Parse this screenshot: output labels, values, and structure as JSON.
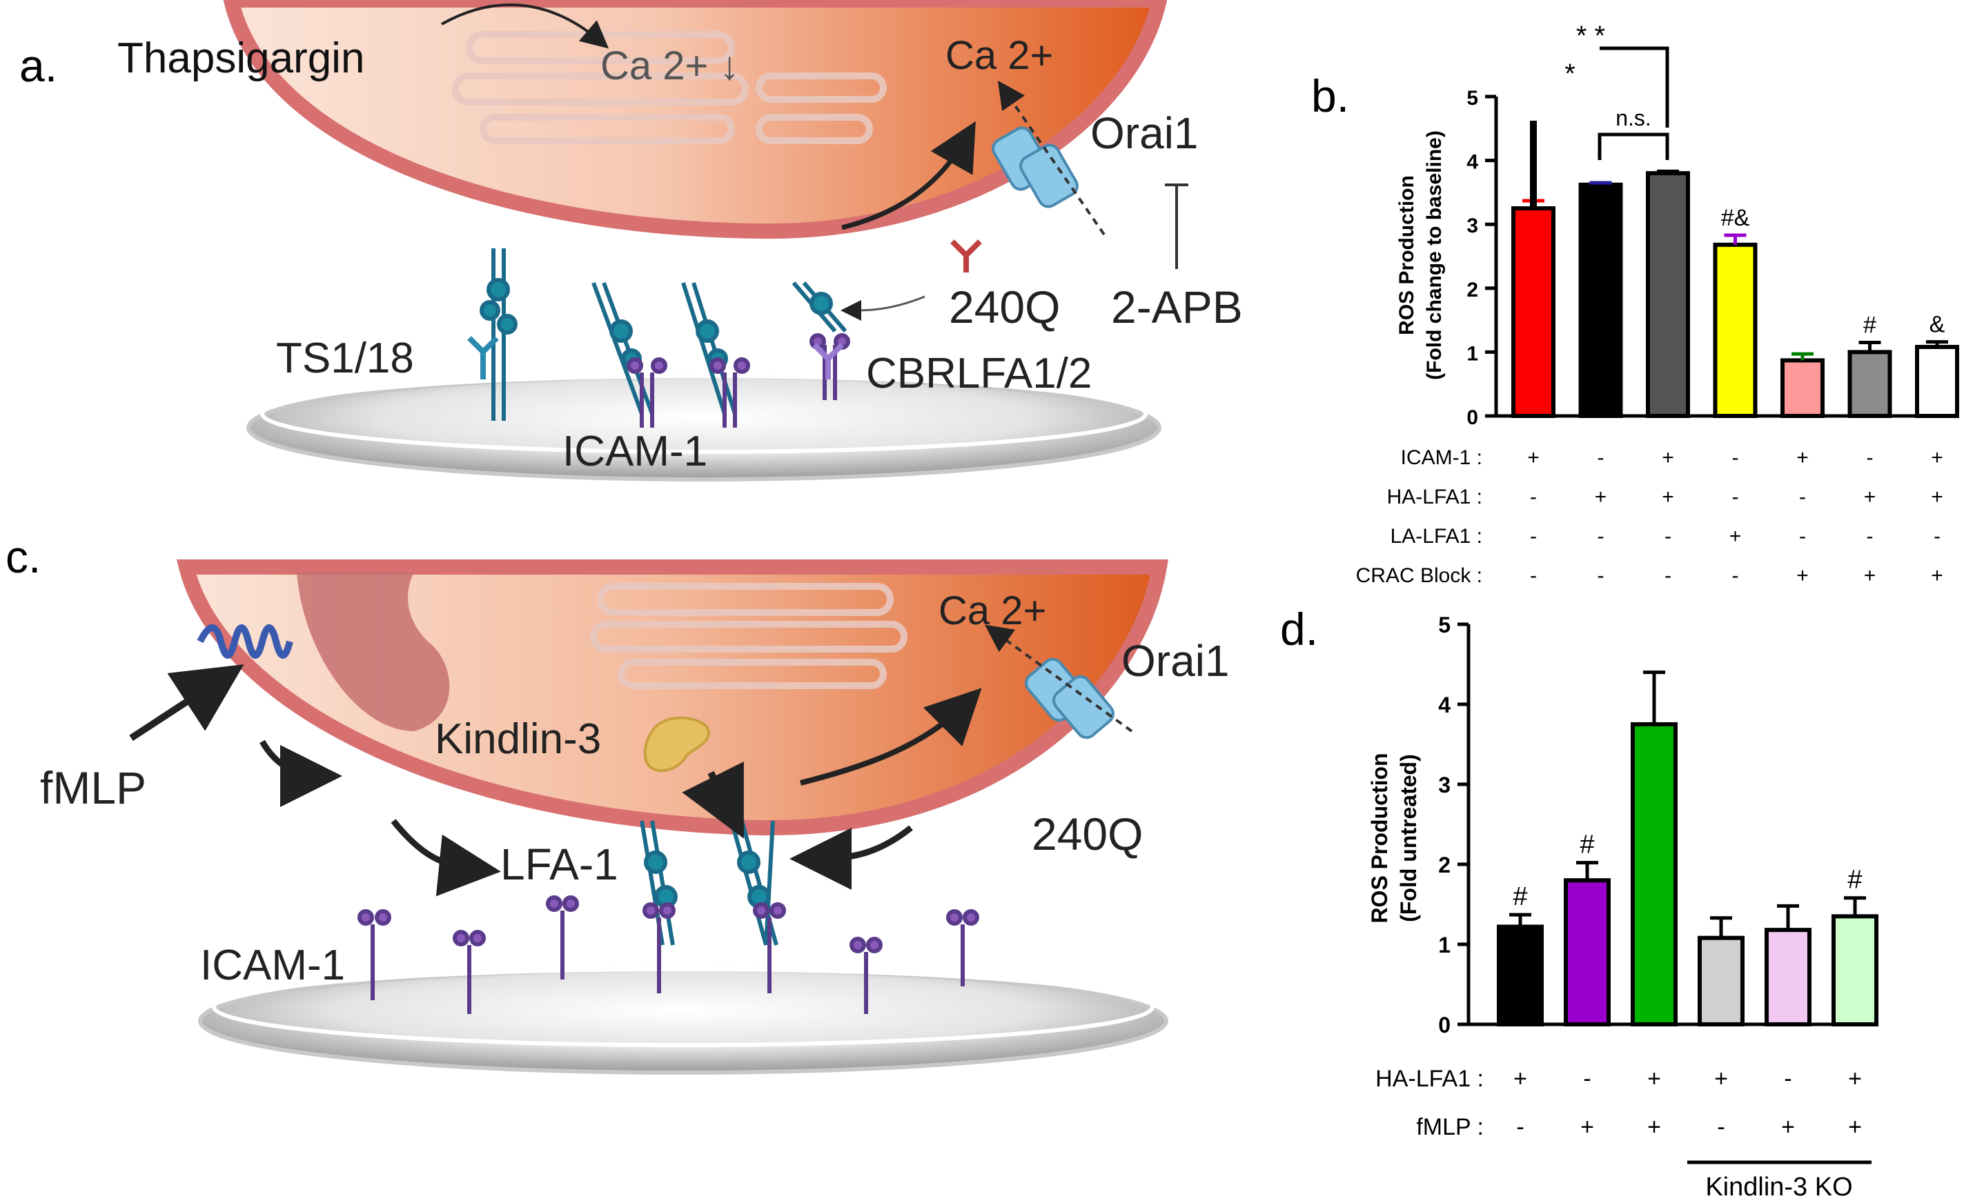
{
  "panel_a": {
    "panel_label": "a.",
    "labels": {
      "thapsigargin": "Thapsigargin",
      "ca_er": "Ca 2+ ↓",
      "ca_cyto": "Ca 2+",
      "orai1": "Orai1",
      "ts1_18": "TS1/18",
      "q240": "240Q",
      "apb": "2-APB",
      "cbrlfa": "CBRLFA1/2",
      "icam": "ICAM-1"
    }
  },
  "panel_c": {
    "panel_label": "c.",
    "labels": {
      "ca_cyto": "Ca 2+",
      "orai1": "Orai1",
      "fmlp": "fMLP",
      "kindlin": "Kindlin-3",
      "q240": "240Q",
      "lfa1": "LFA-1",
      "icam": "ICAM-1"
    }
  },
  "colors": {
    "red": "#ff0000",
    "black": "#000000",
    "dark_gray": "#555555",
    "yellow": "#ffff00",
    "pink": "#ff9999",
    "gray": "#8c8c8c",
    "white": "#ffffff",
    "purple": "#9900cc",
    "green": "#00b300",
    "light_gray": "#d0d0d0",
    "lavender": "#f0c8f0",
    "mint": "#ccffcc",
    "cell_light": "#f8d8c8",
    "cell_dark": "#e05a1c",
    "membrane": "#d87070"
  },
  "chart_data": [
    {
      "type": "bar",
      "panel_label": "b.",
      "ylabel_line1": "ROS Production",
      "ylabel_line2": "(Fold change to baseline)",
      "ylim": [
        0,
        5
      ],
      "yticks": [
        "0",
        "1",
        "2",
        "3",
        "4",
        "5"
      ],
      "values": [
        3.25,
        3.62,
        3.8,
        2.68,
        0.87,
        1.0,
        1.08
      ],
      "errors": [
        0.12,
        0.03,
        0.03,
        0.15,
        0.1,
        0.15,
        0.08
      ],
      "fills": [
        "#ff0000",
        "#000000",
        "#555555",
        "#ffff00",
        "#ff9999",
        "#8c8c8c",
        "#ffffff"
      ],
      "errcolors": [
        "#ff0000",
        "#2020a0",
        "#000000",
        "#9900cc",
        "#008000",
        "#000000",
        "#000000"
      ],
      "annotations": [
        "",
        "",
        "",
        "#&",
        "",
        "#",
        "&"
      ],
      "sig": {
        "star": "*",
        "double_star": "* *",
        "ns": "n.s."
      },
      "conditions": [
        {
          "label": "ICAM-1 :",
          "values": [
            "+",
            "-",
            "+",
            "-",
            "+",
            "-",
            "+"
          ]
        },
        {
          "label": "HA-LFA1 :",
          "values": [
            "-",
            "+",
            "+",
            "-",
            "-",
            "+",
            "+"
          ]
        },
        {
          "label": "LA-LFA1 :",
          "values": [
            "-",
            "-",
            "-",
            "+",
            "-",
            "-",
            "-"
          ]
        },
        {
          "label": "CRAC Block :",
          "values": [
            "-",
            "-",
            "-",
            "-",
            "+",
            "+",
            "+"
          ]
        }
      ]
    },
    {
      "type": "bar",
      "panel_label": "d.",
      "ylabel_line1": "ROS Production",
      "ylabel_line2": "(Fold untreated)",
      "ylim": [
        0,
        5
      ],
      "yticks": [
        "0",
        "1",
        "2",
        "3",
        "4",
        "5"
      ],
      "values": [
        1.22,
        1.8,
        3.75,
        1.08,
        1.18,
        1.35
      ],
      "errors": [
        0.15,
        0.22,
        0.65,
        0.25,
        0.3,
        0.23
      ],
      "fills": [
        "#000000",
        "#9900cc",
        "#00b300",
        "#d0d0d0",
        "#f0c8f0",
        "#ccffcc"
      ],
      "errcolors": [
        "#000000",
        "#000000",
        "#000000",
        "#000000",
        "#000000",
        "#000000"
      ],
      "annotations": [
        "#",
        "#",
        "",
        "",
        "",
        "#"
      ],
      "conditions": [
        {
          "label": "HA-LFA1 :",
          "values": [
            "+",
            "-",
            "+",
            "+",
            "-",
            "+"
          ]
        },
        {
          "label": "fMLP :",
          "values": [
            "-",
            "+",
            "+",
            "-",
            "+",
            "+"
          ]
        }
      ],
      "group_label": "Kindlin-3 KO"
    }
  ]
}
